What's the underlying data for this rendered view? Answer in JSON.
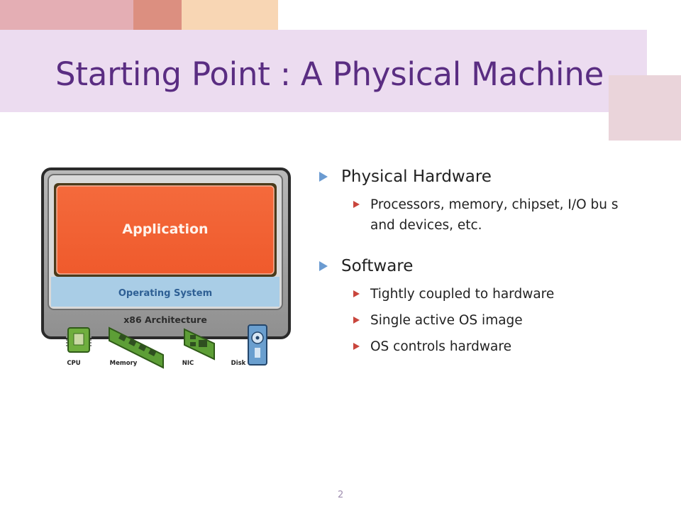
{
  "slide": {
    "title": "Starting Point : A Physical Machine",
    "page_number": "2"
  },
  "diagram": {
    "application_label": "Application",
    "os_label": "Operating System",
    "arch_label": "x86 Architecture",
    "components": [
      {
        "label": "CPU"
      },
      {
        "label": "Memory"
      },
      {
        "label": "NIC"
      },
      {
        "label": "Disk"
      }
    ]
  },
  "bullets": [
    {
      "text": "Physical Hardware",
      "children": [
        {
          "text": "Processors, memory, chipset, I/O bu s and devices, etc."
        }
      ]
    },
    {
      "text": "Software",
      "children": [
        {
          "text": "Tightly coupled to hardware"
        },
        {
          "text": "Single active OS image"
        },
        {
          "text": "OS controls hardware"
        }
      ]
    }
  ],
  "colors": {
    "title": "#5a2d82",
    "title_band": "#ecdcf0",
    "application": "#f26135",
    "os": "#a9cde6",
    "level1_bullet": "#6b9bd1",
    "level2_bullet": "#c9463d"
  }
}
